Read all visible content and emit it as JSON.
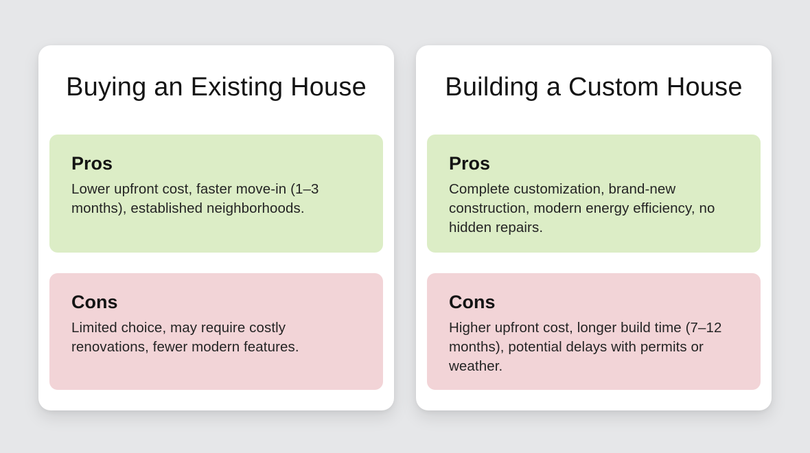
{
  "page": {
    "background_color": "#e6e7e9",
    "card_color": "#ffffff"
  },
  "colors": {
    "pros_background": "#dcedc6",
    "cons_background": "#f2d4d7",
    "text": "#141414"
  },
  "cards": [
    {
      "title": "Buying an Existing House",
      "pros": {
        "label": "Pros",
        "text": "Lower upfront cost, faster move-in (1–3 months), established neighborhoods."
      },
      "cons": {
        "label": "Cons",
        "text": "Limited choice, may require costly renovations, fewer modern features."
      }
    },
    {
      "title": "Building a Custom House",
      "pros": {
        "label": "Pros",
        "text": "Complete customization, brand-new construction, modern energy efficiency, no hidden repairs."
      },
      "cons": {
        "label": "Cons",
        "text": "Higher upfront cost, longer build time (7–12 months), potential delays with permits or weather."
      }
    }
  ]
}
